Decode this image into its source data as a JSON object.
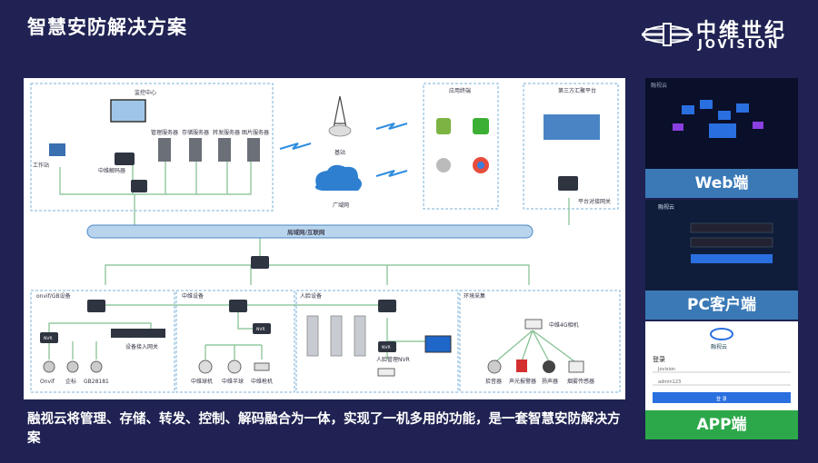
{
  "slide_title": "智慧安防解决方案",
  "logo": {
    "cn": "中维世纪",
    "en": "JOVISION"
  },
  "diagram": {
    "monitor_center": "监控中心",
    "workstation": "工作站",
    "decoder": "中维解码器",
    "servers": [
      "管理服务器",
      "存储服务器",
      "转发服务器",
      "图片服务器"
    ],
    "base_station": "基站",
    "wan": "广域网",
    "app_terminal": "应用终端",
    "third_party": "第三方汇聚平台",
    "platform_gateway": "平台对接网关",
    "lan": "局域网/互联网",
    "groups": [
      "onvif/GB设备",
      "中维设备",
      "人脸设备",
      "环境采集"
    ],
    "device_gateway": "设备接入网关",
    "onvif_cams": [
      "Onvif",
      "企标",
      "GB28181"
    ],
    "jovi_cams": [
      "中维球机",
      "中维半球",
      "中维枪机"
    ],
    "face_nvr": "人脸管理NVR",
    "env_4g": "中维4G相机",
    "env_devices": [
      "拾音器",
      "声光报警器",
      "扬声器",
      "烟雾传感器"
    ],
    "nvr_label": "NVR"
  },
  "side_panels": {
    "web": "Web端",
    "pc": "PC客户端",
    "app": "APP端",
    "pc_brand": "融视云",
    "web_brand": "融视云",
    "app_header": "登录",
    "app_field1": "Jovision",
    "app_field2": "admin123",
    "app_button": "登 录",
    "app_brand": "融视云"
  },
  "bottom_text": {
    "normal": "融视云将管理、存储、转发、控制、解码融合为一体，实现了一机多用的功能，",
    "highlight": "是一套智慧安防解决方案"
  },
  "colors": {
    "background": "#1f2252",
    "accent": "#4a9bd9",
    "line": "#7fbf8f"
  }
}
